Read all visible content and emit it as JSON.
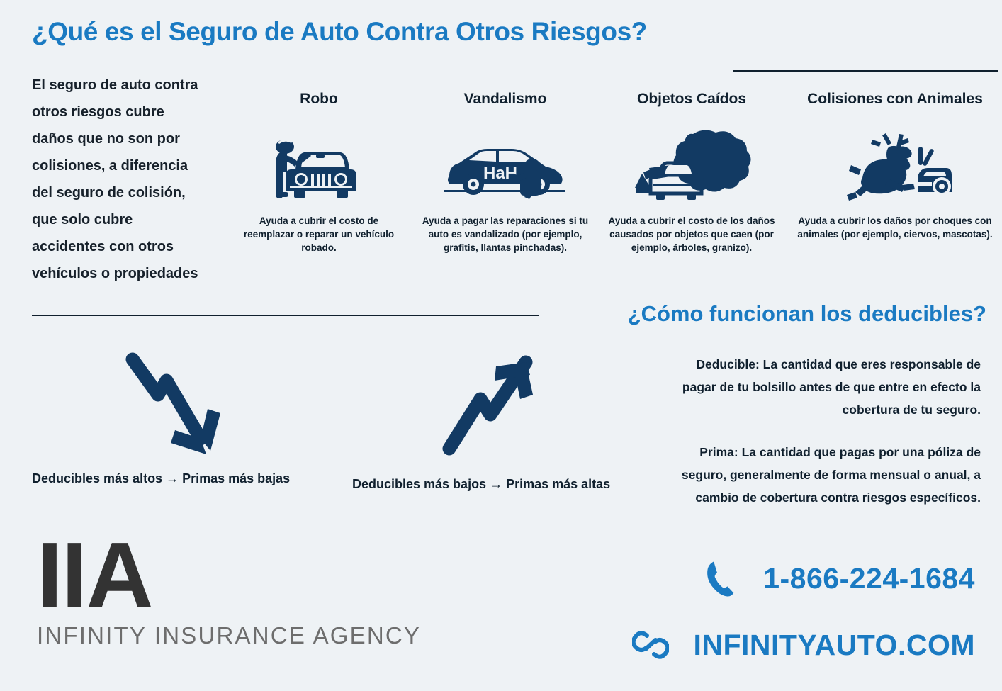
{
  "colors": {
    "background": "#eef2f5",
    "heading_blue": "#1a7ac2",
    "icon_navy": "#123a63",
    "text_dark": "#10202e",
    "logo_dark": "#333333",
    "logo_gray": "#6d6d6d"
  },
  "header": {
    "title": "¿Qué es el Seguro de Auto Contra Otros Riesgos?"
  },
  "intro": {
    "paragraph": "El seguro de auto contra otros riesgos cubre daños que no son por colisiones, a diferencia del seguro de colisión, que solo cubre accidentes con  otros vehículos o propiedades"
  },
  "categories": [
    {
      "title": "Robo",
      "icon": "thief-breaking-into-car-icon",
      "description": "Ayuda a cubrir el costo de reemplazar o reparar un vehículo robado."
    },
    {
      "title": "Vandalismo",
      "icon": "graffiti-car-vandalism-icon",
      "description": "Ayuda a pagar las reparaciones si tu auto es vandalizado (por ejemplo, grafitis, llantas pinchadas).",
      "graffiti_text": "HaH"
    },
    {
      "title": "Objetos Caídos",
      "icon": "tree-falling-on-car-icon",
      "description": "Ayuda a cubrir el costo de los daños causados por objetos que caen (por ejemplo, árboles, granizo)."
    },
    {
      "title": "Colisiones con Animales",
      "icon": "deer-colliding-with-car-icon",
      "description": "Ayuda a cubrir los daños por choques con animales (por ejemplo, ciervos, mascotas)."
    }
  ],
  "deductibles": {
    "title": "¿Cómo funcionan los deducibles?",
    "definition_deducible": "Deducible: La cantidad que eres responsable de pagar de tu bolsillo antes de que entre en efecto la cobertura de tu seguro.",
    "definition_prima": "Prima: La cantidad que pagas por una póliza de seguro, generalmente de forma mensual o anual, a cambio de cobertura contra riesgos específicos."
  },
  "tradeoff": {
    "down_arrow_icon": "zigzag-arrow-down-icon",
    "down_caption": "Deducibles más altos → Primas más bajas",
    "up_arrow_icon": "zigzag-arrow-up-icon",
    "up_caption": "Deducibles más bajos → Primas más altas"
  },
  "logo": {
    "mark": "IIA",
    "subtitle": "INFINITY INSURANCE AGENCY"
  },
  "contact": {
    "phone_icon": "phone-handset-icon",
    "phone": "1-866-224-1684",
    "web_icon": "chain-link-icon",
    "website": "INFINITYAUTO.COM"
  }
}
